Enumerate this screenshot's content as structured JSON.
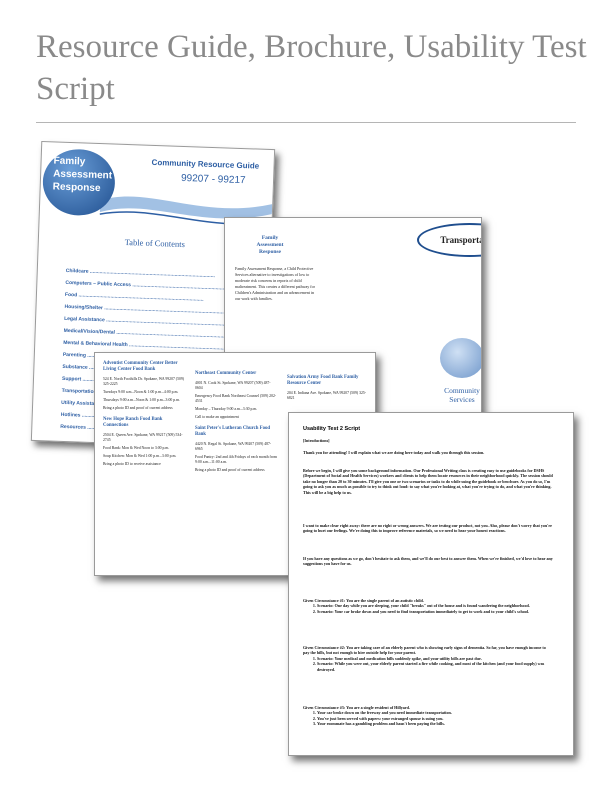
{
  "page": {
    "title": "Resource Guide, Brochure, Usability Test Script"
  },
  "colors": {
    "title": "#8a8a8a",
    "accent_blue": "#2e5fa4",
    "rule": "#b5b5b5"
  },
  "guide": {
    "badge_line1": "Family",
    "badge_line2": "Assessment",
    "badge_line3": "Response",
    "title": "Community Resource Guide",
    "zips": "99207 - 99217",
    "toc_title": "Table of Contents",
    "toc_items": [
      "Childcare",
      "Computers – Public Access",
      "Food",
      "Housing/Shelter",
      "Legal Assistance",
      "Medical/Vision/Dental",
      "Mental & Behavioral Health",
      "Parenting",
      "Substance",
      "Support",
      "Transportation",
      "Utility Assistance",
      "Hotlines",
      "Resources"
    ]
  },
  "brochure": {
    "far_line1": "Family",
    "far_line2": "Assessment",
    "far_line3": "Response",
    "panel_title": "Transportation",
    "body": "Family Assessment Response, a Child Protective Services alternative to investigations of low to moderate risk concerns in reports of child maltreatment. This creates a different pathway for Children's Administration and an advancement in our work with families.",
    "footer_line1": "Community",
    "footer_line2": "Services"
  },
  "food_page": {
    "c1_h1": "Adventist Community Center Better Living Center Food Bank",
    "c1_t1": "524 E. North Foothills Dr. Spokane, WA 99207 (509) 325-2225",
    "c1_t2": "Tuesdays 9:00 a.m.–Noon & 1:00 p.m.–4:00 p.m.",
    "c1_t3": "Thursdays 9:00 a.m.–Noon & 1:00 p.m.–3:00 p.m.",
    "c1_t4": "Bring a photo ID and proof of current address",
    "c1_h2": "New Hope Ranch Food Bank Connections",
    "c1_t5": "2504 E. Queen Ave. Spokane, WA 99217 (509) 534-2745",
    "c1_t6": "Food Bank: Mon & Wed Noon to 3:00 p.m.",
    "c1_t7": "Soup Kitchen: Mon & Wed 1:00 p.m.–3:00 p.m.",
    "c1_t8": "Bring a photo ID to receive assistance",
    "c2_h1": "Northeast Community Center",
    "c2_t1": "4001 N. Cook St. Spokane, WA 99207 (509) 487-0604",
    "c2_t2": "Emergency Food Bank Northeast Counsel (509) 202-4531",
    "c2_t3": "Monday – Thursday 9:00 a.m.–3:30 p.m.",
    "c2_t4": "Call to make an appointment",
    "c2_h2": "Saint Peter's Lutheran Church Food Bank",
    "c2_t5": "4420 N. Regal St. Spokane, WA 99207 (509) 487-6965",
    "c2_t6": "Food Pantry: 2nd and 4th Fridays of each month from 9:00 a.m.–11:00 a.m.",
    "c2_t7": "Bring a photo ID and proof of current address",
    "c3_h1": "Salvation Army Food Bank Family Resource Center",
    "c3_t1": "204 E. Indiana Ave. Spokane, WA 99207 (509) 325-6821"
  },
  "script": {
    "title": "Usability Test 2 Script",
    "intro": "[Introductions]",
    "p1": "Thank you for attending! I will explain what we are doing here today and walk you through this session.",
    "p2": "Before we begin, I will give you some background information. Our Professional Writing class is creating easy to use guidebooks for DSHS (Department of Social and Health Services) workers and clients to help them locate resources in their neighborhood quickly. The session should take no longer than 20 to 30 minutes. I'll give you one or two scenarios or tasks to do while using the guidebook or brochure. As you do so, I'm going to ask you as much as possible to try to think out loud: to say what you're looking at, what you're trying to do, and what you're thinking. This will be a big help to us.",
    "p3": "I want to make clear right away: there are no right or wrong answers. We are testing our product, not you. Also, please don't worry that you're going to hurt our feelings. We're doing this to improve reference materials, so we need to hear your honest reactions.",
    "p4": "If you have any questions as we go, don't hesitate to ask them, and we'll do our best to answer them. When we're finished, we'd love to hear any suggestions you have for us.",
    "g1": "Given Circumstance #1: You are the single parent of an autistic child.",
    "g1_items": [
      "Scenario: One day while you are sleeping, your child \"breaks\" out of the house and is found wandering the neighborhood.",
      "Scenario: Your car broke down and you need to find transportation immediately to get to work and to your child's school."
    ],
    "g2": "Given Circumstance #2: You are taking care of an elderly parent who is showing early signs of dementia. So far, you have enough income to pay the bills, but not enough to hire outside help for your parent.",
    "g2_items": [
      "Scenario: Your medical and medication bills suddenly spike, and your utility bills are past due.",
      "Scenario: While you were out, your elderly parent started a fire while cooking, and most of the kitchen (and your food supply) was destroyed."
    ],
    "g3": "Given Circumstance #3: You are a single resident of Hillyard.",
    "g3_items": [
      "Your car broke down on the freeway and you need immediate transportation.",
      "You've just been served with papers: your estranged spouse is suing you.",
      "Your roommate has a gambling problem and hasn't been paying the bills."
    ]
  }
}
